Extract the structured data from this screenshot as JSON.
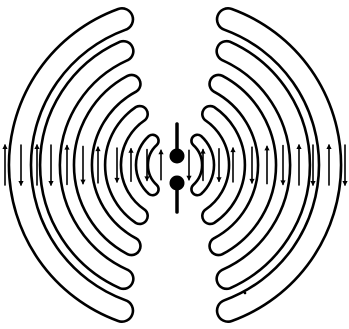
{
  "diagram": {
    "description_free": true,
    "colors": {
      "ink": "#000000",
      "background": "#ffffff"
    },
    "components": {
      "dipole": {
        "charges": 2,
        "rod_segments": 2
      },
      "field_loops_per_side": 5,
      "arrow_pairs_per_side": 7
    }
  }
}
